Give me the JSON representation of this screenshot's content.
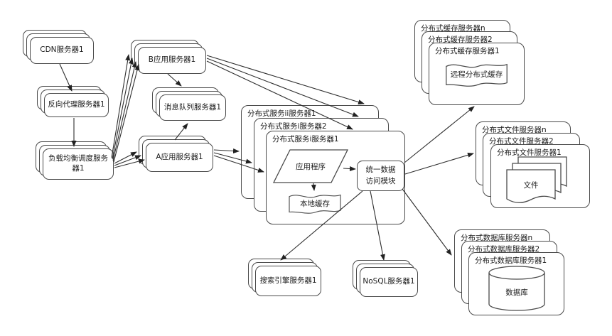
{
  "nodes": {
    "cdn": {
      "label": "CDN服务器1"
    },
    "reverse_proxy": {
      "label": "反向代理服务器1"
    },
    "load_balancer": {
      "label": "负载均衡调度服务器1"
    },
    "app_server_b": {
      "label": "B应用服务器1"
    },
    "message_queue": {
      "label": "消息队列服务器1"
    },
    "app_server_a": {
      "label": "A应用服务器1"
    },
    "service_stack": {
      "back_label": "分布式服务ii服务器1",
      "middle_label": "分布式服务i服务器2",
      "front_label": "分布式服务i服务器1"
    },
    "application": {
      "label": "应用程序"
    },
    "local_cache": {
      "label": "本地缓存"
    },
    "data_access_module": {
      "line1": "统一数据",
      "line2": "访问模块"
    },
    "cache_stack": {
      "back_label": "分布式缓存服务器n",
      "middle_label": "分布式缓存服务器2",
      "front_label": "分布式缓存服务器1",
      "inner_label": "远程分布式缓存"
    },
    "file_stack": {
      "back_label": "分布式文件服务器n",
      "middle_label": "分布式文件服务器2",
      "front_label": "分布式文件服务器1",
      "inner_label": "文件"
    },
    "db_stack": {
      "back_label": "分布式数据库服务器n",
      "middle_label": "分布式数据库服务器2",
      "front_label": "分布式数据库服务器1",
      "inner_label": "数据库"
    },
    "search_engine": {
      "label": "搜索引擎服务器1"
    },
    "nosql": {
      "label": "NoSQL服务器1"
    }
  },
  "colors": {
    "stroke": "#4a4a4a",
    "background": "#ffffff",
    "text": "#1b1b1b"
  }
}
